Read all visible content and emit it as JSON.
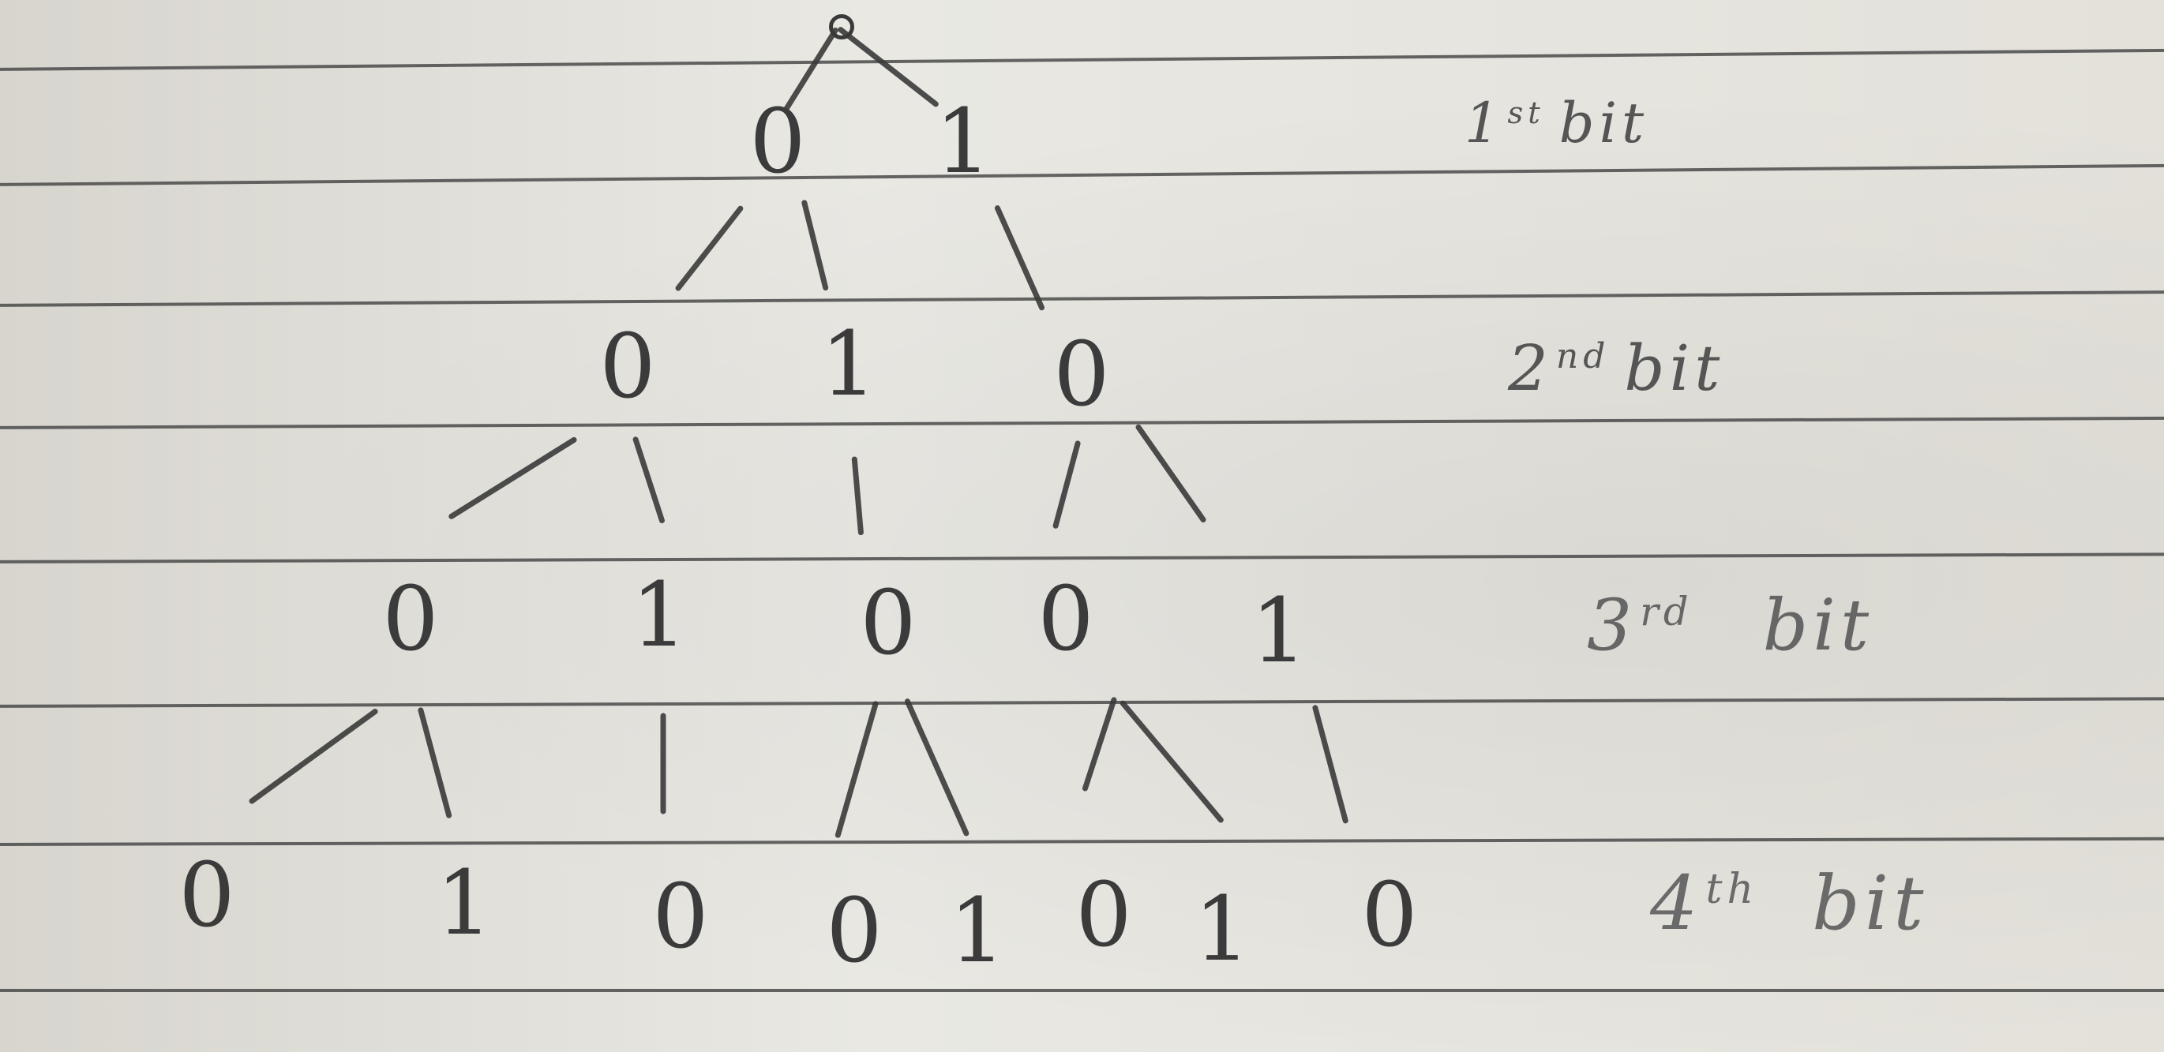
{
  "tree": {
    "levels": [
      {
        "number": "1",
        "suffix": "st",
        "word": "bit",
        "nodes": [
          "0",
          "1"
        ]
      },
      {
        "number": "2",
        "suffix": "nd",
        "word": "bit",
        "nodes": [
          "0",
          "1",
          "0"
        ]
      },
      {
        "number": "3",
        "suffix": "rd",
        "word": "bit",
        "nodes": [
          "0",
          "1",
          "0",
          "0",
          "1"
        ]
      },
      {
        "number": "4",
        "suffix": "th",
        "word": "bit",
        "nodes": [
          "0",
          "1",
          "0",
          "0",
          "1",
          "0",
          "1",
          "0"
        ]
      }
    ]
  },
  "colors": {
    "ink": "#3b3b3b",
    "paper": "#e4e2dc",
    "rule": "#4a4a4a"
  }
}
